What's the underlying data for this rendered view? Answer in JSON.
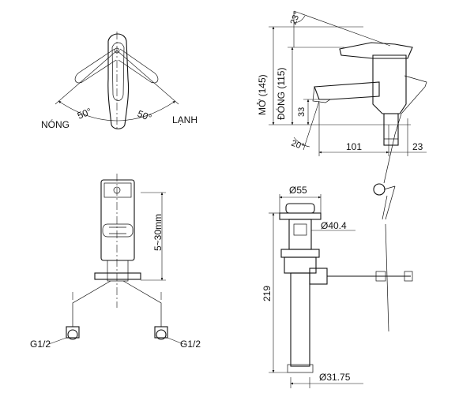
{
  "top_view": {
    "label_hot": "NÓNG",
    "label_cold": "LẠNH",
    "angle_hot": "50°",
    "angle_cold": "50°"
  },
  "side_view": {
    "tilt_angle": "23°",
    "height_open": "MỞ  (145)",
    "height_closed": "ĐÓNG (115)",
    "spout_height": "33",
    "spout_angle": "20°",
    "reach": "101",
    "back_offset": "23"
  },
  "front_view": {
    "deck_range": "5~30mm",
    "inlet_left": "G1/2",
    "inlet_right": "G1/2"
  },
  "drain_view": {
    "head_diameter": "Ø55",
    "body_diameter": "Ø40.4",
    "length": "219",
    "tail_diameter": "Ø31.75"
  }
}
